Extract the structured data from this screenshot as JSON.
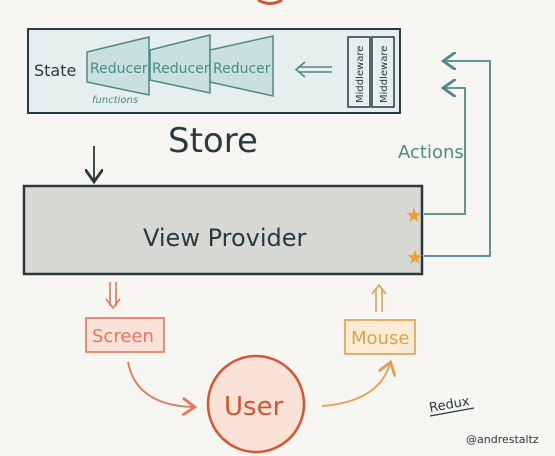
{
  "store": {
    "state_label": "State",
    "reducers": [
      "Reducer",
      "Reducer",
      "Reducer"
    ],
    "functions_label": "functions",
    "middlewares": [
      "Middleware",
      "Middleware"
    ],
    "title": "Store"
  },
  "view_provider": {
    "label": "View Provider"
  },
  "actions_label": "Actions",
  "screen_label": "Screen",
  "mouse_label": "Mouse",
  "user_label": "User",
  "redux_label": "Redux",
  "author_label": "@andrestaltz",
  "colors": {
    "teal": "#4f8a86",
    "teal_fill": "#c9e0dd",
    "store_fill": "#e4efee",
    "dark": "#2a3a3f",
    "gray_fill": "#d8d8d4",
    "coral": "#e8745a",
    "coral_fill": "#fbe2d8",
    "orange": "#e0a050",
    "orange_fill": "#fbecd6",
    "red_user": "#d9532e",
    "star": "#f0a030"
  }
}
